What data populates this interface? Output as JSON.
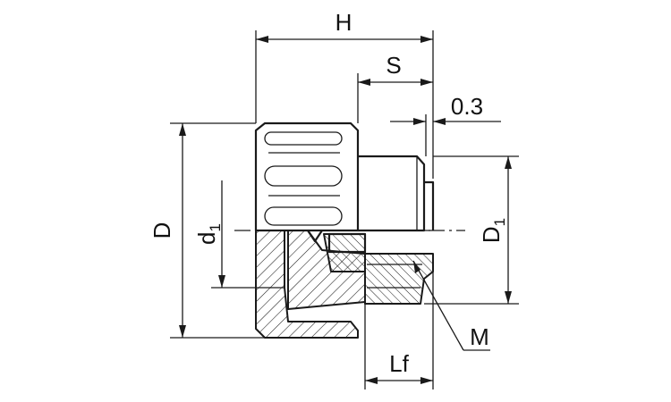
{
  "labels": {
    "H": "H",
    "S": "S",
    "gap": "0.3",
    "D": "D",
    "d1_main": "d",
    "d1_sub": "1",
    "D1_main": "D",
    "D1_sub": "1",
    "M": "M",
    "Lf": "Lf"
  },
  "colors": {
    "line": "#1a1a1a",
    "background": "#ffffff"
  }
}
